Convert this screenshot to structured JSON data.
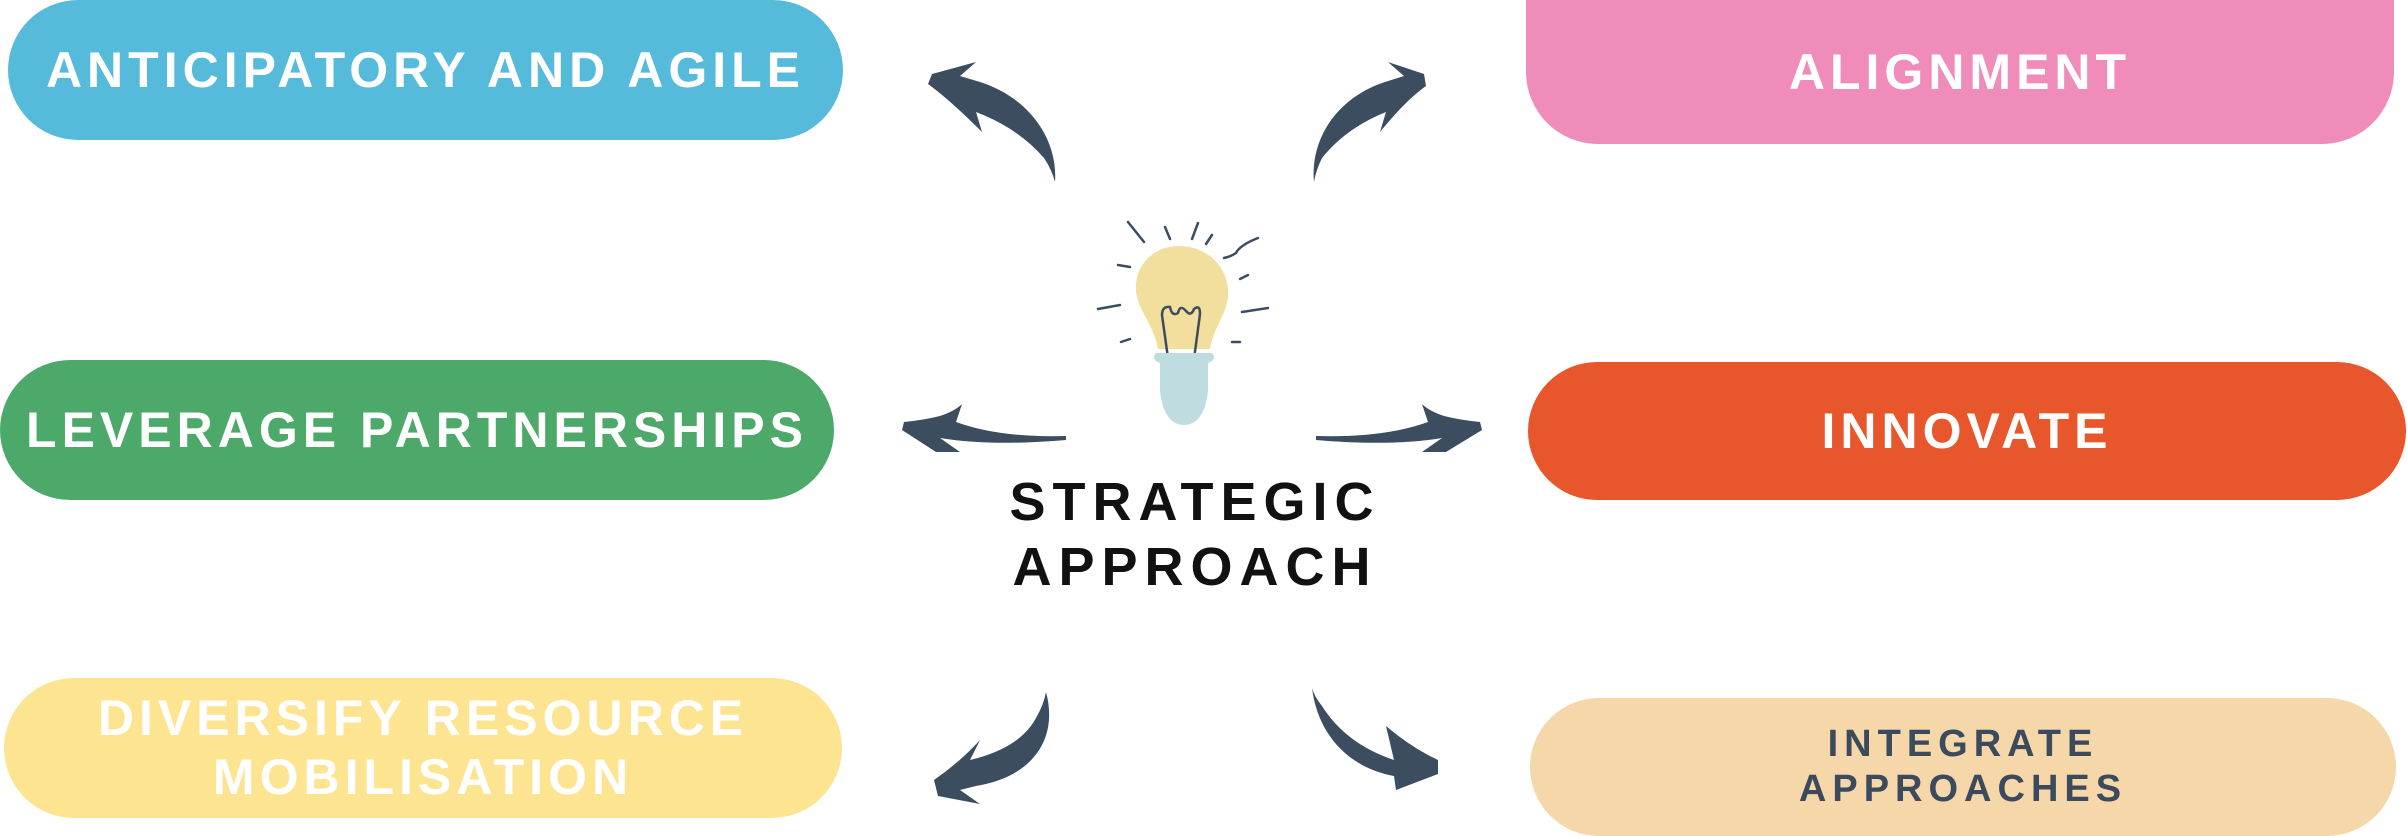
{
  "center": {
    "title": "STRATEGIC\nAPPROACH"
  },
  "icons": {
    "center": "lightbulb-icon",
    "arrows": "curved-arrow-icon"
  },
  "pills": {
    "anticipatory": {
      "label": "ANTICIPATORY AND AGILE",
      "bg": "#56BBDA",
      "fg": "#FFFFFF"
    },
    "alignment": {
      "label": "ALIGNMENT",
      "bg": "#EF8CB9",
      "fg": "#FFFFFF"
    },
    "leverage": {
      "label": "LEVERAGE PARTNERSHIPS",
      "bg": "#4DA96A",
      "fg": "#FFFFFF"
    },
    "innovate": {
      "label": "INNOVATE",
      "bg": "#E8562B",
      "fg": "#FFFFFF"
    },
    "diversify": {
      "label": "DIVERSIFY RESOURCE\nMOBILISATION",
      "bg": "#FDE491",
      "fg": "#FFFFFF"
    },
    "integrate": {
      "label": "INTEGRATE\nAPPROACHES",
      "bg": "#F5D7A9",
      "fg": "#3B4A5C"
    }
  },
  "colors": {
    "arrow": "#3B4D5F",
    "bulb": "#F2DE9D",
    "bulb_base": "#BFDDE0",
    "rays": "#3B4D5F"
  }
}
